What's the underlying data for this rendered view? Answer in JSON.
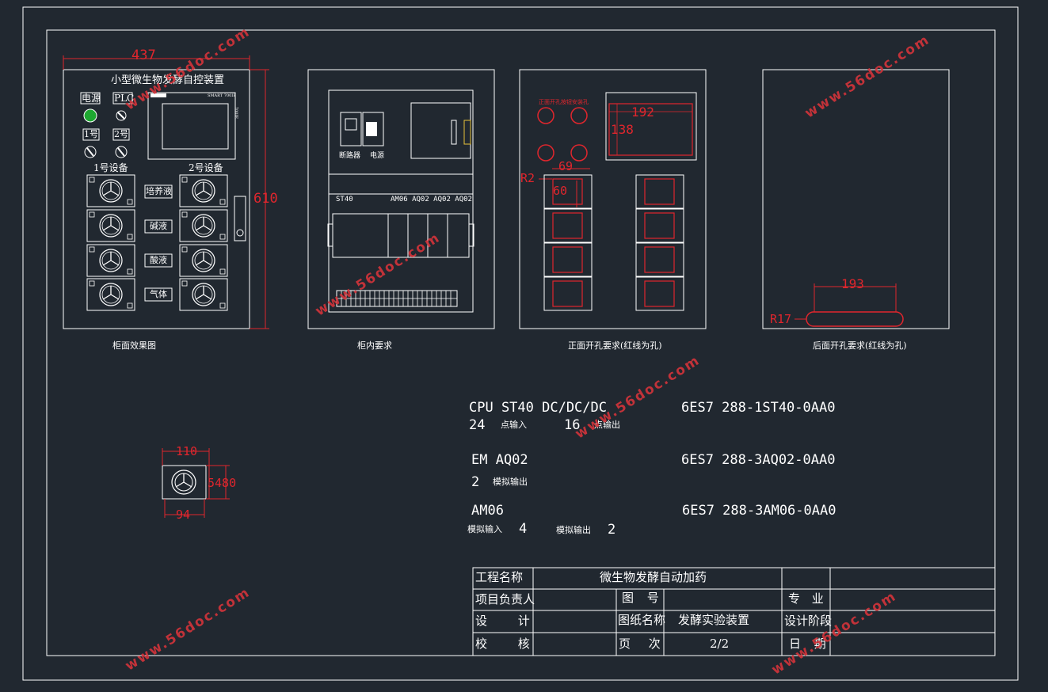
{
  "panel1": {
    "title": "小型微生物发酵自控装置",
    "power": "电源",
    "plc": "PLC",
    "no1": "1号",
    "no2": "2号",
    "dev1": "1号设备",
    "dev2": "2号设备",
    "medium": [
      "培养液",
      "碱液",
      "酸液",
      "气体"
    ],
    "hmi_brand": "SMART 700IE",
    "hmi_side": "700IE",
    "dim_width": "437",
    "dim_height": "610",
    "caption": "柜面效果图"
  },
  "panel2": {
    "breaker": "断路器",
    "psu": "电源",
    "st40": "ST40",
    "modules": "AM06 AQ02 AQ02 AQ02",
    "caption": "柜内要求"
  },
  "panel3": {
    "red_note": "正面开孔按钮安装孔",
    "dim_192": "192",
    "dim_138": "138",
    "dim_69": "69",
    "dim_60": "60",
    "dim_r2": "R2",
    "caption": "正面开孔要求(红线为孔)"
  },
  "panel4": {
    "dim_193": "193",
    "dim_r17": "R17",
    "caption": "后面开孔要求(红线为孔)"
  },
  "pump_detail": {
    "dim_110": "110",
    "dim_94": "94",
    "dim_side": "5480"
  },
  "specs": {
    "cpu_name": "CPU ST40 DC/DC/DC",
    "cpu_code": "6ES7 288-1ST40-0AA0",
    "cpu_in_num": "24",
    "cpu_in_label": "点输入",
    "cpu_out_num": "16",
    "cpu_out_label": "点输出",
    "em_name": "EM AQ02",
    "em_code": "6ES7 288-3AQ02-0AA0",
    "em_out_num": "2",
    "em_out_label": "模拟输出",
    "am_name": "AM06",
    "am_code": "6ES7 288-3AM06-0AA0",
    "am_in_label": "模拟输入",
    "am_in_num": "4",
    "am_out_label": "模拟输出",
    "am_out_num": "2"
  },
  "title_block": {
    "project_label": "工程名称",
    "project_value": "微生物发酵自动加药",
    "leader_label": "项目负责人",
    "drawing_no_label": "图 号",
    "major_label": "专 业",
    "design_label": "设 计",
    "drawing_name_label": "图纸名称",
    "drawing_name_value": "发酵实验装置",
    "stage_label": "设计阶段",
    "check_label": "校 核",
    "page_label": "页 次",
    "page_value": "2/2",
    "date_label": "日 期"
  },
  "watermark": "www.56doc.com",
  "colors": {
    "background": "#212830",
    "line": "#ffffff",
    "dimension": "#e0262d"
  }
}
